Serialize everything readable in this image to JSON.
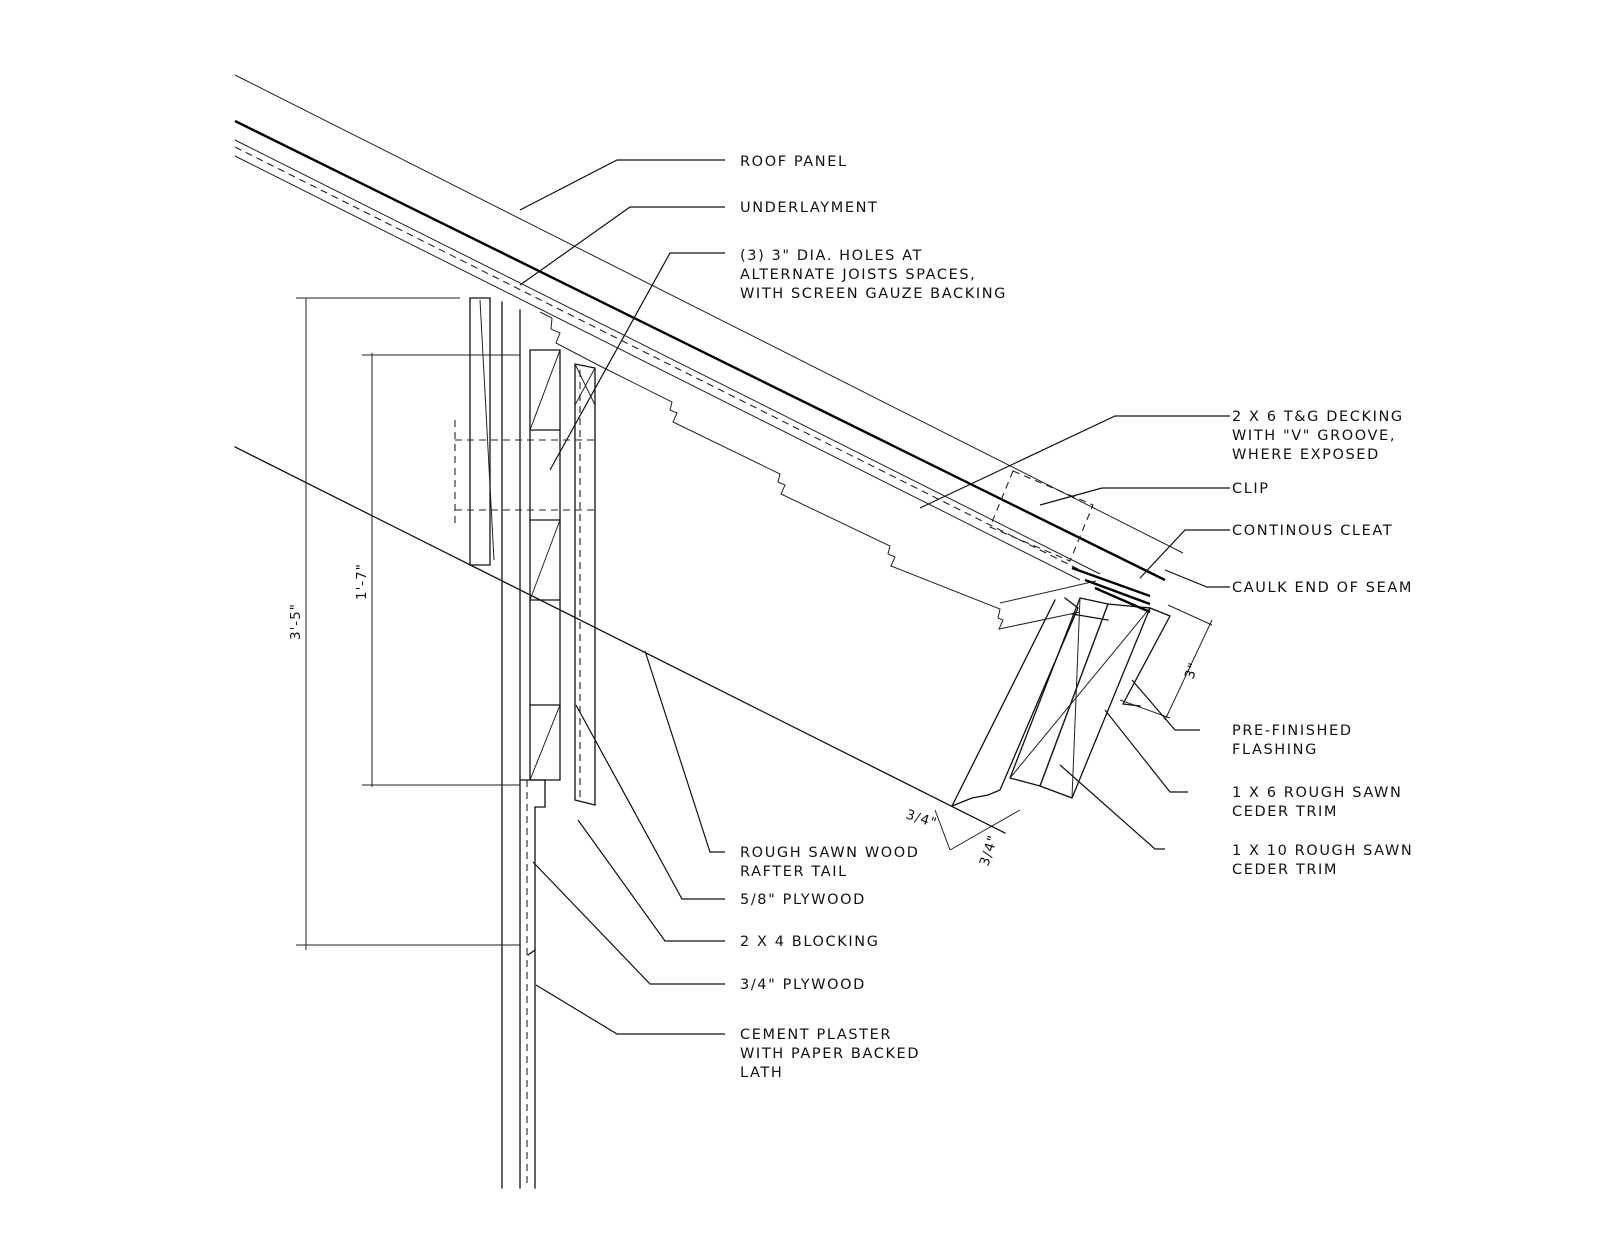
{
  "labels": {
    "roof_panel": "ROOF PANEL",
    "underlayment": "UNDERLAYMENT",
    "holes_1": "(3) 3\" DIA. HOLES AT",
    "holes_2": "ALTERNATE JOISTS SPACES,",
    "holes_3": "WITH SCREEN GAUZE BACKING",
    "decking_1": "2 X 6 T&G DECKING",
    "decking_2": "WITH \"V\" GROOVE,",
    "decking_3": "WHERE EXPOSED",
    "clip": "CLIP",
    "cleat": "CONTINOUS CLEAT",
    "caulk": "CAULK END OF SEAM",
    "flashing_1": "PRE-FINISHED",
    "flashing_2": "FLASHING",
    "trim6_1": "1 X 6 ROUGH SAWN",
    "trim6_2": "CEDER TRIM",
    "trim10_1": "1 X 10 ROUGH SAWN",
    "trim10_2": "CEDER TRIM",
    "rafter_1": "ROUGH SAWN WOOD",
    "rafter_2": "RAFTER TAIL",
    "plywood58": "5/8\" PLYWOOD",
    "blocking": "2 X 4 BLOCKING",
    "plywood34": "3/4\" PLYWOOD",
    "plaster_1": "CEMENT PLASTER",
    "plaster_2": "WITH PAPER BACKED",
    "plaster_3": "LATH"
  },
  "dimensions": {
    "overall": "3'-5\"",
    "inner": "1'-7\"",
    "flashing": "3\"",
    "chamfer_a": "3/4\"",
    "chamfer_b": "3/4\""
  }
}
